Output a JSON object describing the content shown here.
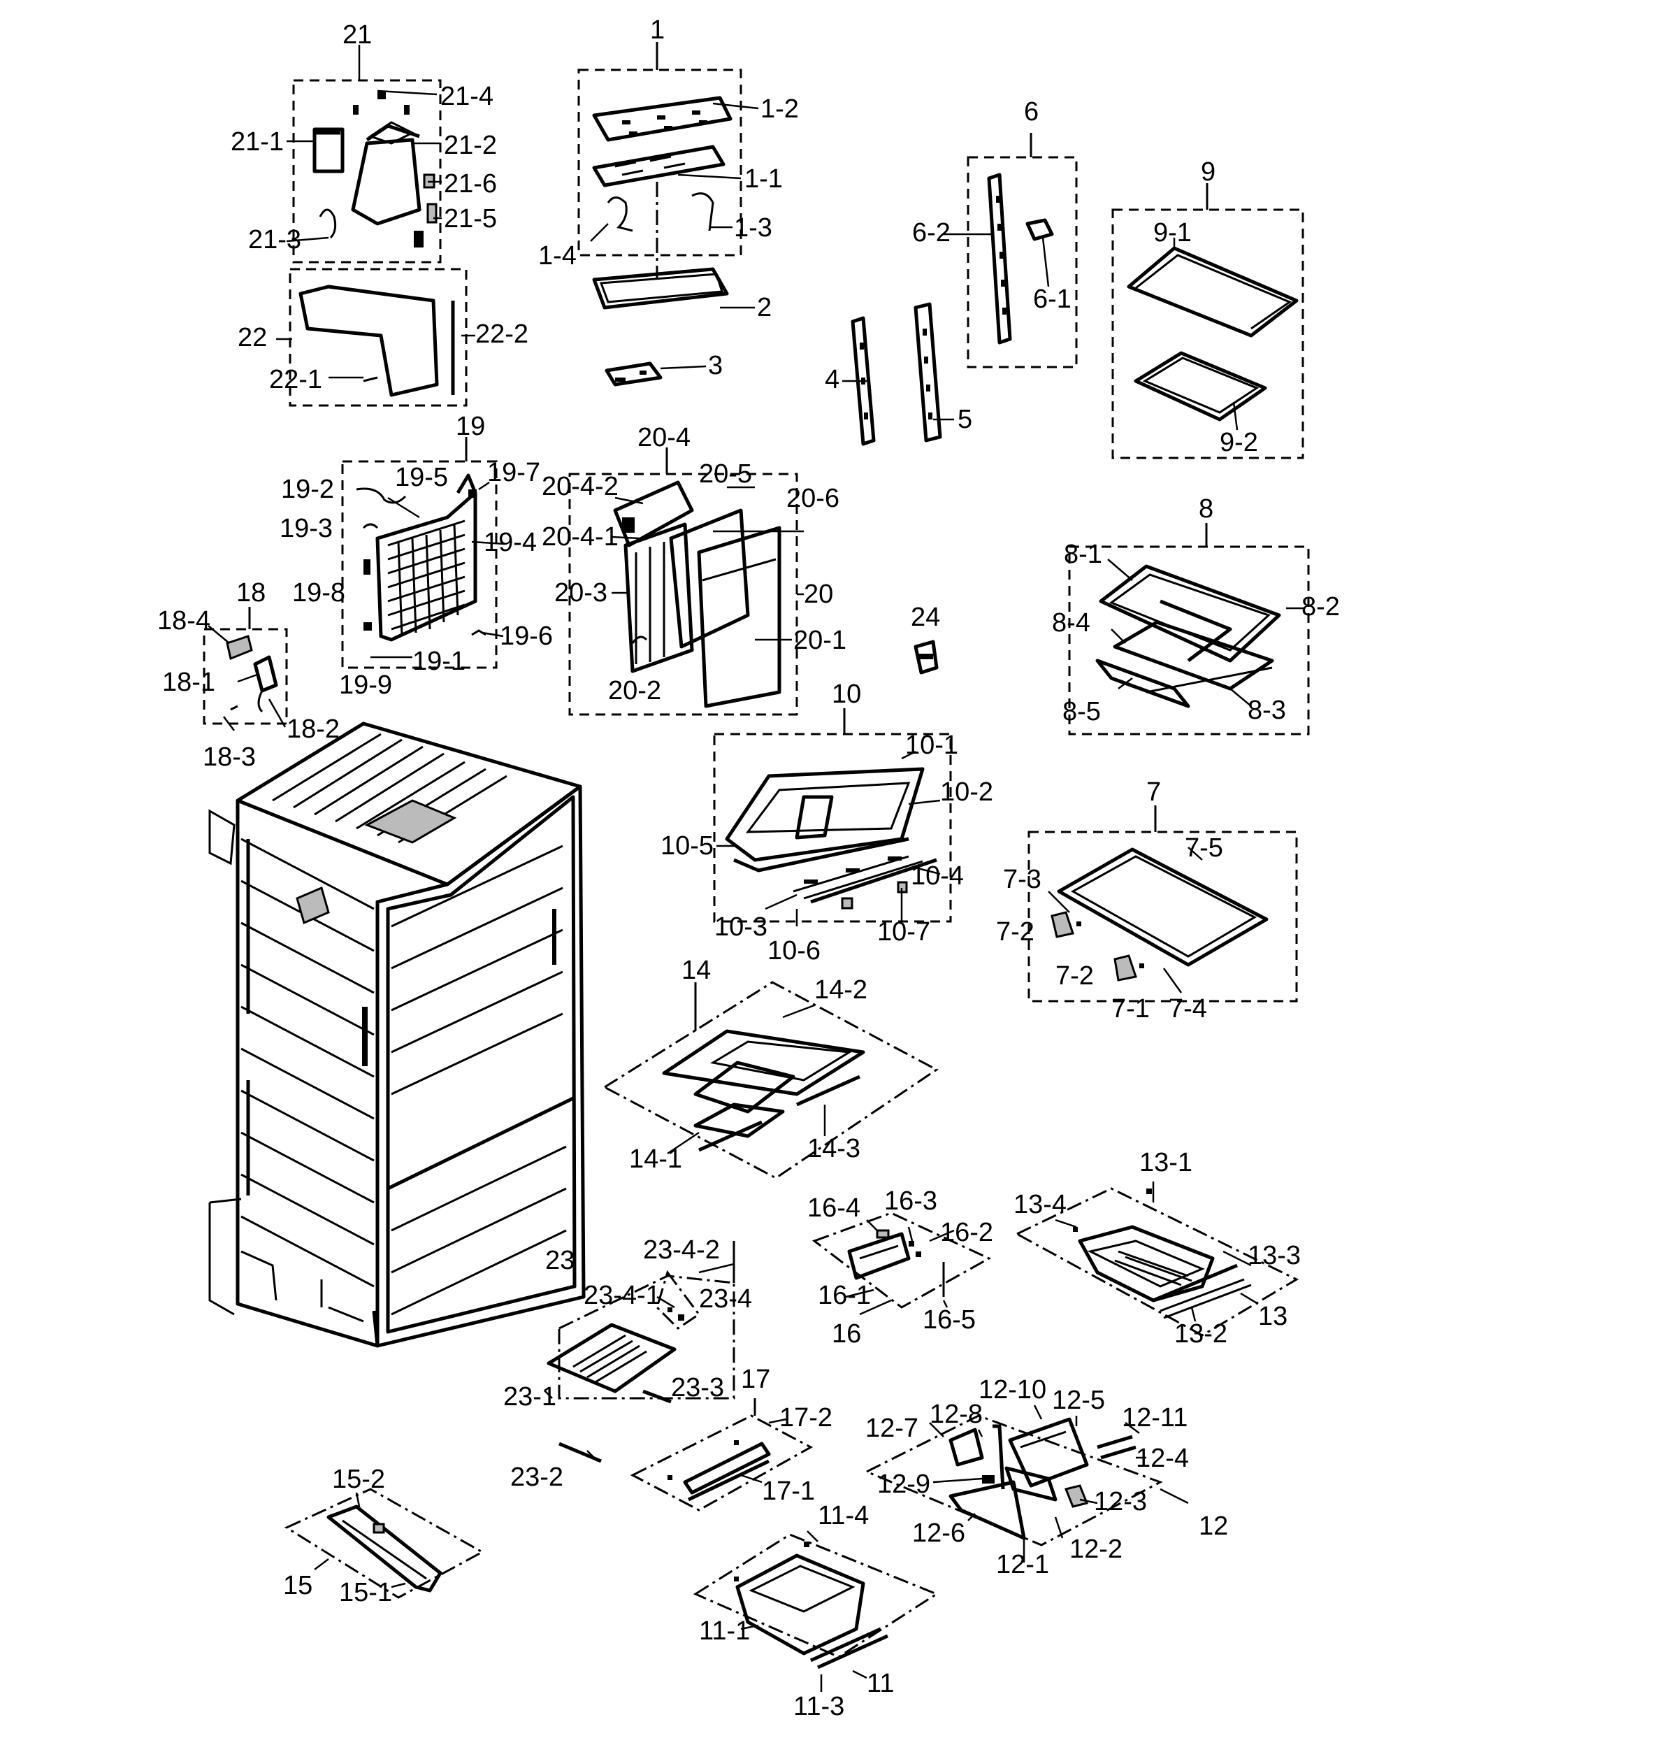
{
  "diagram": {
    "labels": {
      "l21": "21",
      "l21_4": "21-4",
      "l21_1": "21-1",
      "l21_2": "21-2",
      "l21_6": "21-6",
      "l21_5": "21-5",
      "l21_3": "21-3",
      "l22": "22",
      "l22_2": "22-2",
      "l22_1": "22-1",
      "l1": "1",
      "l1_2": "1-2",
      "l1_1": "1-1",
      "l1_3": "1-3",
      "l1_4": "1-4",
      "l2": "2",
      "l3": "3",
      "l6": "6",
      "l6_2": "6-2",
      "l6_1": "6-1",
      "l4": "4",
      "l5": "5",
      "l9": "9",
      "l9_1": "9-1",
      "l9_2": "9-2",
      "l19": "19",
      "l19_2": "19-2",
      "l19_5": "19-5",
      "l19_7": "19-7",
      "l19_3": "19-3",
      "l19_4": "19-4",
      "l19_8": "19-8",
      "l19_6": "19-6",
      "l19_9": "19-9",
      "l19_1": "19-1",
      "l20_4": "20-4",
      "l20_4_2": "20-4-2",
      "l20_5": "20-5",
      "l20_6": "20-6",
      "l20_4_1": "20-4-1",
      "l20_3": "20-3",
      "l20": "20",
      "l20_1": "20-1",
      "l20_2": "20-2",
      "l18": "18",
      "l18_4": "18-4",
      "l18_1": "18-1",
      "l18_2": "18-2",
      "l18_3": "18-3",
      "l24": "24",
      "l8": "8",
      "l8_1": "8-1",
      "l8_2": "8-2",
      "l8_4": "8-4",
      "l8_5": "8-5",
      "l8_3": "8-3",
      "l10": "10",
      "l10_1": "10-1",
      "l10_2": "10-2",
      "l10_5": "10-5",
      "l10_4": "10-4",
      "l10_3": "10-3",
      "l10_6": "10-6",
      "l10_7": "10-7",
      "l7": "7",
      "l7_5": "7-5",
      "l7_3": "7-3",
      "l7_2a": "7-2",
      "l7_2b": "7-2",
      "l7_1": "7-1",
      "l7_4": "7-4",
      "l14": "14",
      "l14_2": "14-2",
      "l14_1": "14-1",
      "l14_3": "14-3",
      "l13_1": "13-1",
      "l13_4": "13-4",
      "l13_3": "13-3",
      "l13": "13",
      "l13_2": "13-2",
      "l16_4": "16-4",
      "l16_3": "16-3",
      "l16_2": "16-2",
      "l16_1": "16-1",
      "l16": "16",
      "l16_5": "16-5",
      "l23": "23",
      "l23_4_2": "23-4-2",
      "l23_4_1": "23-4-1",
      "l23_4": "23-4",
      "l23_1": "23-1",
      "l23_3": "23-3",
      "l23_2": "23-2",
      "l17": "17",
      "l17_2": "17-2",
      "l17_1": "17-1",
      "l12_10": "12-10",
      "l12_5": "12-5",
      "l12_11": "12-11",
      "l12_8": "12-8",
      "l12_7": "12-7",
      "l12_4": "12-4",
      "l12_9": "12-9",
      "l12_3": "12-3",
      "l12": "12",
      "l12_6": "12-6",
      "l12_2": "12-2",
      "l12_1": "12-1",
      "l15_2": "15-2",
      "l15": "15",
      "l15_1": "15-1",
      "l11_4": "11-4",
      "l11_1": "11-1",
      "l11": "11",
      "l11_3": "11-3"
    }
  }
}
